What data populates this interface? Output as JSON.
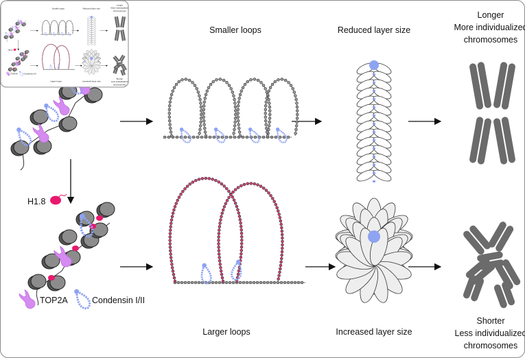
{
  "labels": {
    "smaller_loops": "Smaller loops",
    "reduced_layer": "Reduced layer size",
    "longer": [
      "Longer",
      "More individualized",
      "chromosomes"
    ],
    "h18": "H1.8",
    "larger_loops": "Larger loops",
    "increased_layer": "Increased layer size",
    "shorter": [
      "Shorter",
      "Less individualized",
      "chromosomes"
    ]
  },
  "legend": [
    {
      "label": "TOP2A",
      "icon": "top2a-icon"
    },
    {
      "label": "Condensin I/II",
      "icon": "condensin-icon"
    }
  ],
  "colors": {
    "top2a": "#d58bf0",
    "condensin": "#8ea3f2",
    "h18": "#e8186e",
    "nucleosome": "#8c8c8c",
    "chromosome": "#6b6b6b"
  }
}
